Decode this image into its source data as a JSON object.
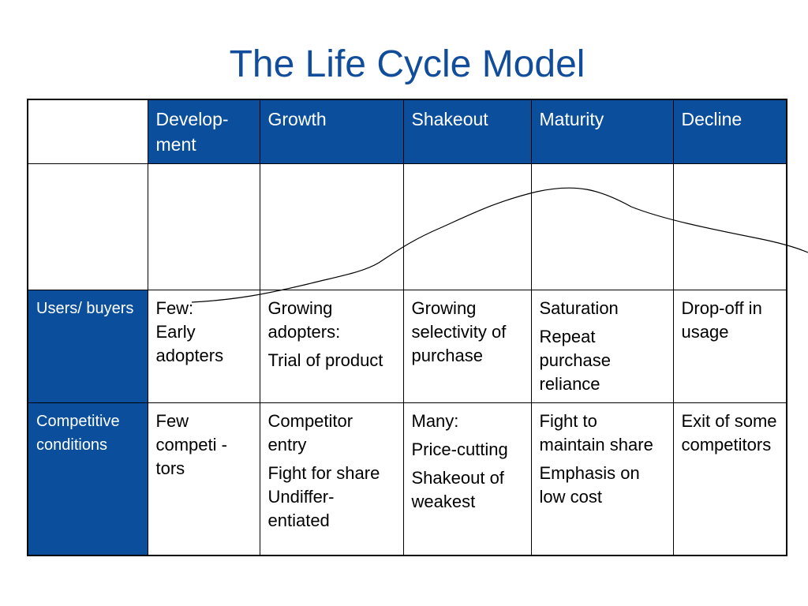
{
  "title": "The Life Cycle Model",
  "table": {
    "header": [
      "",
      "Develop-ment",
      "Growth",
      "Shakeout",
      "Maturity",
      "Decline"
    ],
    "rows": [
      {
        "label": "Users/ buyers",
        "cells": [
          [
            "Few:",
            "Early adopters"
          ],
          [
            "Growing adopters:",
            "Trial of product"
          ],
          [
            "Growing selectivity of purchase"
          ],
          [
            "Saturation",
            "Repeat purchase reliance"
          ],
          [
            "Drop-off in usage"
          ]
        ]
      },
      {
        "label": "Competitive conditions",
        "cells": [
          [
            "Few competi - tors"
          ],
          [
            "Competitor entry",
            "Fight for share Undiffer-entiated"
          ],
          [
            "Many:",
            "Price-cutting",
            "Shakeout of weakest"
          ],
          [
            "Fight to maintain share",
            "Emphasis on low cost"
          ],
          [
            "Exit of some competitors"
          ]
        ]
      }
    ]
  },
  "colors": {
    "title": "#114d9b",
    "header_bg": "#0b4f9c",
    "header_text": "#ffffff"
  }
}
